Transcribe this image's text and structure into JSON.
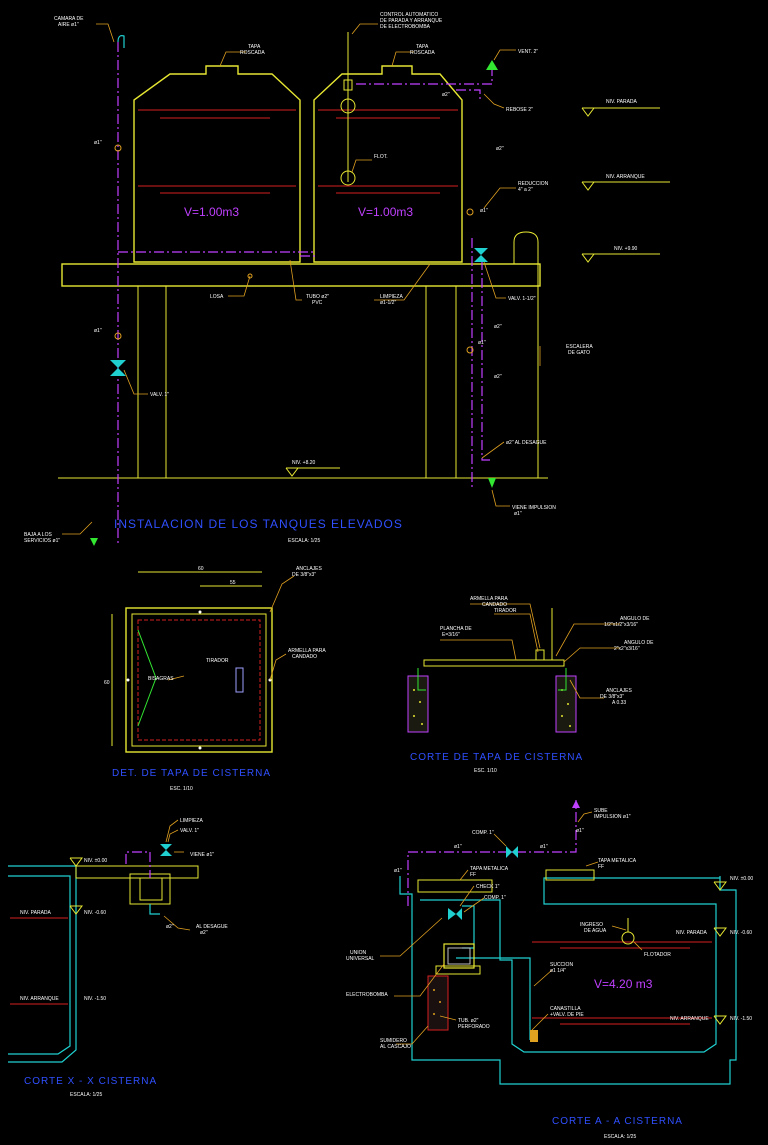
{
  "colors": {
    "background": "#000000",
    "tank": "#e6e632",
    "pipe": "#c040ff",
    "water": "#d62020",
    "cyan": "#20d0d0",
    "green": "#32e632",
    "title": "#3050ff"
  },
  "tanks": {
    "camara_aire": [
      "CAMARA DE",
      "AIRE ø1\""
    ],
    "control": [
      "CONTROL AUTOMATICO",
      "DE PARADA Y ARRANQUE",
      "DE ELECTROBOMBA"
    ],
    "tapa_1": [
      "TAPA",
      "ROSCADA"
    ],
    "tapa_2": [
      "TAPA",
      "ROSCADA"
    ],
    "vent": "VENT. 2\"",
    "rebose": "REBOSE 2\"",
    "d2_top": "ø2\"",
    "niv_parada": "NIV. PARADA",
    "niv_arranque": "NIV. ARRANQUE",
    "niv_990": "NIV. +9.90",
    "niv_820": "NIV. +8.20",
    "d1_left": "ø1\"",
    "d1_left2": "ø1\"",
    "flot": "FLOT.",
    "vol_1": "V=1.00m3",
    "vol_2": "V=1.00m3",
    "d2_right": "ø2\"",
    "reduccion": [
      "REDUCCION",
      "4\" a 2\""
    ],
    "d1_right": "ø1\"",
    "losa": "LOSA",
    "tubo": [
      "TUBO ø2\"",
      "PVC"
    ],
    "limpieza": [
      "LIMPIEZA",
      "ø1-1/2\""
    ],
    "valv_right": "VALV. 1-1/2\"",
    "d2_r1": "ø2\"",
    "d1_r2": "ø1\"",
    "d2_r3": "ø2\"",
    "escalera": [
      "ESCALERA",
      "DE GATO"
    ],
    "valv_left": "VALV. 1\"",
    "al_desague": "ø2\" AL DESAGUE",
    "viene_impulsion": [
      "VIENE IMPULSION",
      "ø1\""
    ],
    "baja": [
      "BAJA A LOS",
      "SERVICIOS ø1\""
    ],
    "title": "INSTALACION DE LOS TANQUES ELEVADOS",
    "scale": "ESCALA: 1/25"
  },
  "tapa_det": {
    "dim_60": "60",
    "dim_55": "55",
    "dim_side": "60",
    "anclajes": [
      "ANCLAJES",
      "DE 3/8\"x3\""
    ],
    "tirador": "TIRADOR",
    "bisagras": "BISAGRAS",
    "armella": [
      "ARMELLA PARA",
      "CANDADO"
    ],
    "title": "DET. DE TAPA DE CISTERNA",
    "scale": "ESC. 1/10"
  },
  "corte_tapa": {
    "armella": [
      "ARMELLA PARA",
      "CANDADO"
    ],
    "tirador": "TIRADOR",
    "plancha": [
      "PLANCHA DE",
      "E=3/16\""
    ],
    "angulo_1": [
      "ANGULO DE",
      "1/2\"x1/2\"x3/16\""
    ],
    "angulo_2": [
      "ANGULO DE",
      "2\"x2\"x3/16\""
    ],
    "anclajes": [
      "ANCLAJES",
      "DE 3/8\"x3\"",
      "A 0.33"
    ],
    "title": "CORTE DE TAPA DE CISTERNA",
    "scale": "ESC. 1/10"
  },
  "corte_xx": {
    "limpieza": "LIMPIEZA",
    "valv": "VALV. 1\"",
    "viene": "VIENE ø1\"",
    "niv_000": "NIV. ±0.00",
    "niv_parada": "NIV. PARADA",
    "niv_060": "NIV. -0.60",
    "desague": [
      "ø2\"",
      "AL DESAGUE",
      "ø2\""
    ],
    "niv_arranque": "NIV. ARRANQUE",
    "niv_150": "NIV. -1.50",
    "title": "CORTE X - X  CISTERNA",
    "scale": "ESCALA: 1/25"
  },
  "corte_aa": {
    "sube": [
      "SUBE",
      "IMPULSION ø1\""
    ],
    "d1_a": "ø1\"",
    "comp_top": "COMP. 1\"",
    "d1_b": "ø1\"",
    "d1_c": "ø1\"",
    "d1_d": "ø1\"",
    "tapa_1": [
      "TAPA METALICA",
      "FF"
    ],
    "tapa_2": [
      "TAPA METALICA",
      "FF"
    ],
    "niv_000": "NIV. ±0.00",
    "check": "CHECK 1\"",
    "comp": "COMP. 1\"",
    "ingreso": [
      "INGRESO",
      "DE AGUA"
    ],
    "niv_parada": "NIV. PARADA",
    "niv_060": "NIV. -0.60",
    "union": [
      "UNION",
      "UNIVERSAL"
    ],
    "flotador": "FLOTADOR",
    "succion": [
      "SUCCION",
      "ø1 1/4\""
    ],
    "vol": "V=4.20 m3",
    "electrobomba": "ELECTROBOMBA",
    "canastilla": [
      "CANASTILLA",
      "+VALV. DE PIE"
    ],
    "niv_arranque": "NIV. ARRANQUE",
    "niv_150": "NIV. -1.50",
    "tub": [
      "TUB. ø2\"",
      "PERFORADO"
    ],
    "sumidero": [
      "SUMIDERO",
      "AL CASCAJO"
    ],
    "title": "CORTE A - A  CISTERNA",
    "scale": "ESCALA: 1/25"
  }
}
